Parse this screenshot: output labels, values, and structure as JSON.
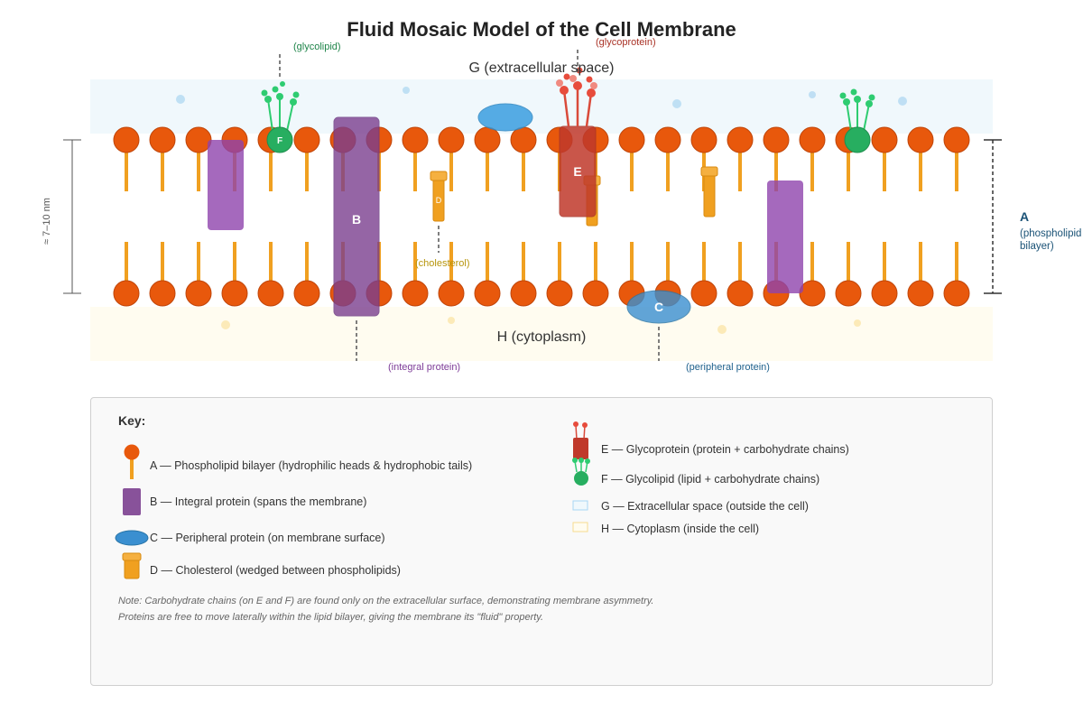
{
  "title": "Fluid Mosaic Model of the Cell Membrane",
  "regions": {
    "extracellular": "G (extracellular space)",
    "cytoplasm": "H (cytoplasm)"
  },
  "labels": {
    "glycolipid": "(glycolipid)",
    "glycoprotein": "(glycoprotein)",
    "cholesterol": "(cholesterol)",
    "integral_protein": "(integral protein)",
    "peripheral_protein": "(peripheral protein)",
    "thickness": "≈ 7–10 nm",
    "bilayer_letter": "A",
    "bilayer_line1": "(phospholipid",
    "bilayer_line2": "bilayer)"
  },
  "markers": {
    "B": "B",
    "C": "C",
    "D": "D",
    "E": "E",
    "F": "F"
  },
  "key": {
    "title": "Key:",
    "items": {
      "A": "A — Phospholipid bilayer (hydrophilic heads & hydrophobic tails)",
      "B": "B — Integral protein (spans the membrane)",
      "C": "C — Peripheral protein (on membrane surface)",
      "D": "D — Cholesterol (wedged between phospholipids)",
      "E": "E — Glycoprotein (protein + carbohydrate chains)",
      "F": "F — Glycolipid (lipid + carbohydrate chains)",
      "G": "G — Extracellular space (outside the cell)",
      "H": "H — Cytoplasm (inside the cell)"
    },
    "note_line1": "Note: Carbohydrate chains (on E and F) are found only on the extracellular surface, demonstrating membrane asymmetry.",
    "note_line2": "Proteins are free to move laterally within the lipid bilayer, giving the membrane its \"fluid\" property."
  },
  "colors": {
    "phospholipid_head": "#e8580c",
    "phospholipid_tail": "#f0a020",
    "integral_protein": "#7b3f8f",
    "peripheral_protein": "#3a8fd0",
    "glycoprotein": "#c0392b",
    "glycolipid": "#27ae60",
    "cholesterol": "#f0a020",
    "extracellular_bg": "#f0f8fc",
    "cytoplasm_bg": "#fffcf0"
  }
}
